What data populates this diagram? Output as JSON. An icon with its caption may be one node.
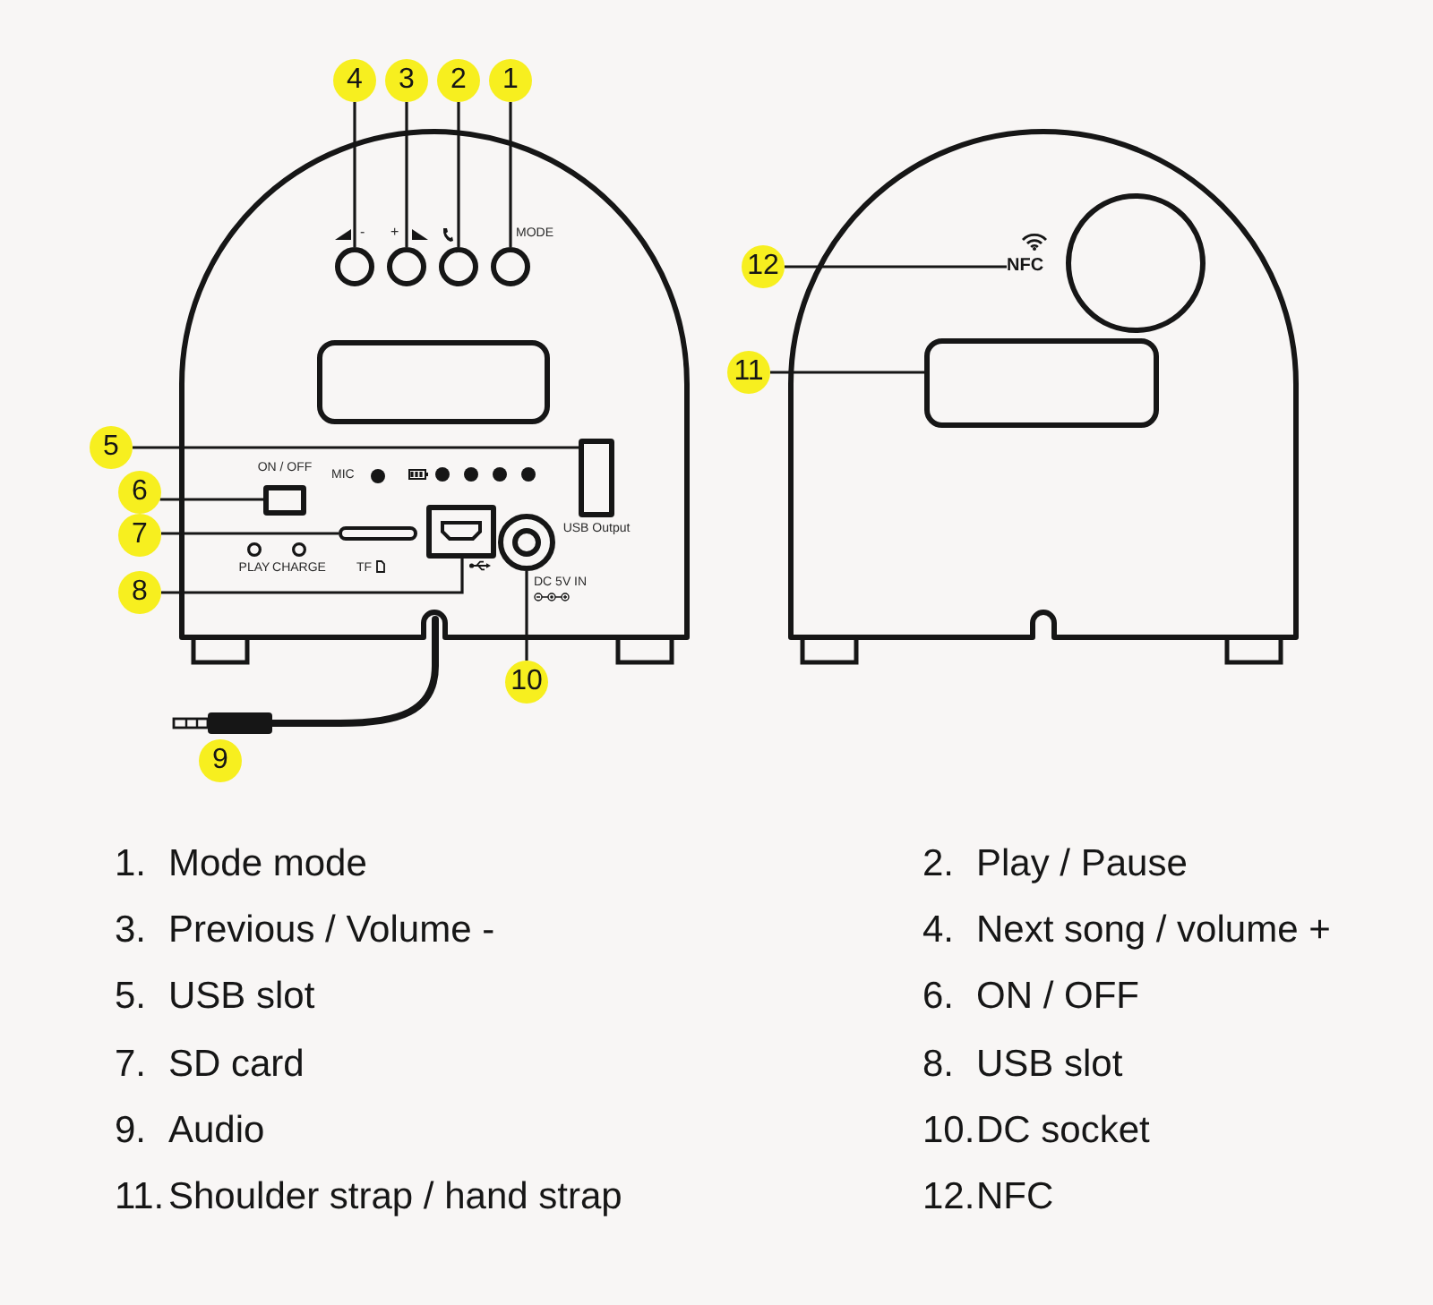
{
  "diagram": {
    "nodes": [
      {
        "text": [
          "4"
        ]
      },
      {
        "text": [
          "3"
        ]
      },
      {
        "text": [
          "2"
        ]
      },
      {
        "text": [
          "1"
        ]
      },
      {
        "text": [],
        "shape": "picture"
      },
      {
        "text": [],
        "shape": "circle",
        "in": 4
      },
      {
        "text": [],
        "shape": "circle",
        "in": 4
      },
      {
        "text": [],
        "shape": "circle",
        "in": 4
      },
      {
        "text": [],
        "shape": "circle",
        "in": 4
      },
      {
        "text": [],
        "shape": "box",
        "in": 4
      },
      {
        "text": [
          "5"
        ]
      },
      {
        "text": [],
        "shape": "box",
        "in": 4
      },
      {
        "text": [
          "6"
        ]
      },
      {
        "text": [],
        "shape": "box",
        "in": 4
      },
      {
        "text": [
          "7"
        ]
      },
      {
        "text": [],
        "shape": "bar",
        "in": 4
      },
      {
        "text": [
          "8"
        ]
      },
      {
        "text": [],
        "shape": "box",
        "in": 4
      },
      {
        "text": [],
        "shape": "circle",
        "in": 4
      },
      {
        "text": [
          "10"
        ]
      },
      {
        "text": [
          "9"
        ]
      },
      {
        "text": [
          "12"
        ]
      },
      {
        "text": [],
        "shape": "picture"
      },
      {
        "text": [
          "NFC"
        ],
        "in": 22
      },
      {
        "text": [],
        "shape": "circle",
        "in": 22
      },
      {
        "text": [
          "11"
        ]
      },
      {
        "text": [],
        "shape": "box",
        "in": 22
      }
    ],
    "edges": [
      {
        "from": 0,
        "to": 5,
        "arrow": "none"
      },
      {
        "from": 1,
        "to": 6,
        "arrow": "none"
      },
      {
        "from": 2,
        "to": 7,
        "arrow": "none"
      },
      {
        "from": 3,
        "to": 8,
        "arrow": "none"
      },
      {
        "from": 10,
        "to": 11,
        "arrow": "none"
      },
      {
        "from": 12,
        "to": 13,
        "arrow": "none"
      },
      {
        "from": 14,
        "to": 15,
        "arrow": "none"
      },
      {
        "from": 16,
        "to": 17,
        "arrow": "none"
      },
      {
        "from": 19,
        "to": 18,
        "arrow": "none"
      },
      {
        "from": 21,
        "to": 23,
        "arrow": "none"
      },
      {
        "from": 25,
        "to": 26,
        "arrow": "none"
      }
    ],
    "labels": [
      "-",
      "+",
      "MODE",
      "ON / OFF",
      "MIC",
      "USB Output",
      "PLAY",
      "CHARGE",
      "TF",
      "DC 5V IN",
      "1.",
      "Mode mode",
      "2.",
      "Play / Pause",
      "3.",
      "Previous / Volume -",
      "4.",
      "Next song / volume +",
      "5.",
      "USB slot",
      "6.",
      "ON / OFF",
      "7.",
      "SD card",
      "8.",
      "USB slot",
      "9.",
      "Audio",
      "10.",
      "DC socket",
      "11.",
      "Shoulder strap / hand strap",
      "12.",
      "NFC"
    ]
  }
}
